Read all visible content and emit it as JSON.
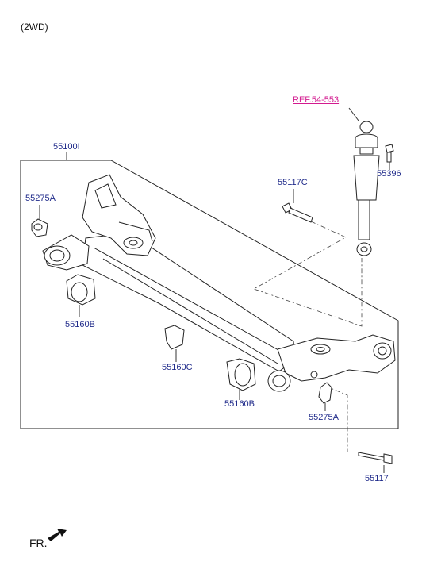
{
  "header": {
    "variant": "(2WD)"
  },
  "reference": {
    "text": "REF.54-553",
    "color": "#d31a8f"
  },
  "front_marker": {
    "text": "FR."
  },
  "colors": {
    "label": "#1f2a8a",
    "line": "#222222",
    "leader": "#333333"
  },
  "parts": {
    "assembly": "55100I",
    "bushing_top_left": "55275A",
    "shock_mount_bolt": "55396",
    "upper_bolt": "55117C",
    "bushing_left": "55160B",
    "bushing_center": "55160C",
    "bushing_right": "55160B",
    "bushing_bottom_right": "55275A",
    "lower_bolt": "55117"
  }
}
